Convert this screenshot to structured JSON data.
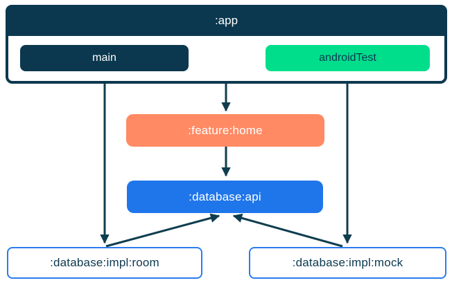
{
  "diagram": {
    "app": {
      "label": ":app",
      "source_sets": [
        {
          "label": "main",
          "fill": "#0B384E",
          "text_color": "#FFFFFF"
        },
        {
          "label": "androidTest",
          "fill": "#00DE8C",
          "text_color": "#0B384E"
        }
      ]
    },
    "modules": [
      {
        "label": ":feature:home",
        "fill": "#FF8A64",
        "text_color": "#FFFFFF"
      },
      {
        "label": ":database:api",
        "fill": "#1F76EA",
        "text_color": "#FFFFFF"
      },
      {
        "label": ":database:impl:room",
        "fill": "#FFFFFF",
        "text_color": "#0B384E",
        "border_color": "#2A7CEE"
      },
      {
        "label": ":database:impl:mock",
        "fill": "#FFFFFF",
        "text_color": "#0B384E",
        "border_color": "#2A7CEE"
      }
    ],
    "edges": [
      {
        "from": ":app",
        "to": ":feature:home"
      },
      {
        "from": ":feature:home",
        "to": ":database:api"
      },
      {
        "from": "main",
        "to": ":database:impl:room"
      },
      {
        "from": "androidTest",
        "to": ":database:impl:mock"
      },
      {
        "from": ":database:impl:room",
        "to": ":database:api"
      },
      {
        "from": ":database:impl:mock",
        "to": ":database:api"
      }
    ],
    "colors": {
      "dark_navy": "#0B384E",
      "green": "#00DE8C",
      "coral": "#FF8A64",
      "blue": "#1F76EA",
      "node_border_blue": "#2A7CEE",
      "edge_stroke": "#0F3D4F",
      "background": "#FFFFFF"
    }
  }
}
